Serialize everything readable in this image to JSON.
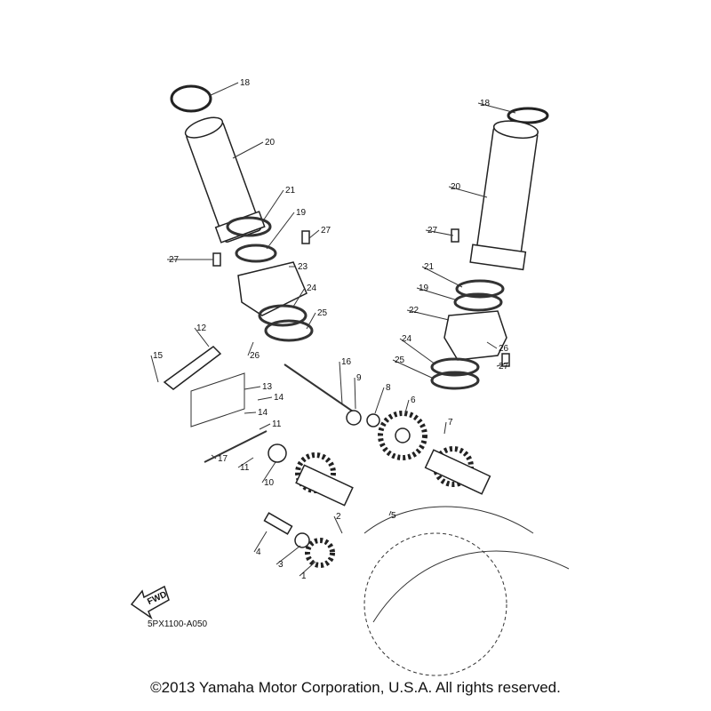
{
  "diagram": {
    "callouts": [
      "18",
      "20",
      "21",
      "19",
      "27",
      "27",
      "23",
      "24",
      "25",
      "26",
      "12",
      "15",
      "13",
      "14",
      "14",
      "11",
      "11",
      "17",
      "10",
      "16",
      "9",
      "8",
      "6",
      "7",
      "5",
      "2",
      "4",
      "3",
      "1",
      "18",
      "20",
      "27",
      "21",
      "19",
      "22",
      "24",
      "25",
      "26",
      "27"
    ],
    "direction_marker": "FWD",
    "drawing_code": "5PX1100-A050"
  },
  "footer": {
    "copyright": "©2013 Yamaha Motor Corporation, U.S.A. All rights reserved."
  }
}
